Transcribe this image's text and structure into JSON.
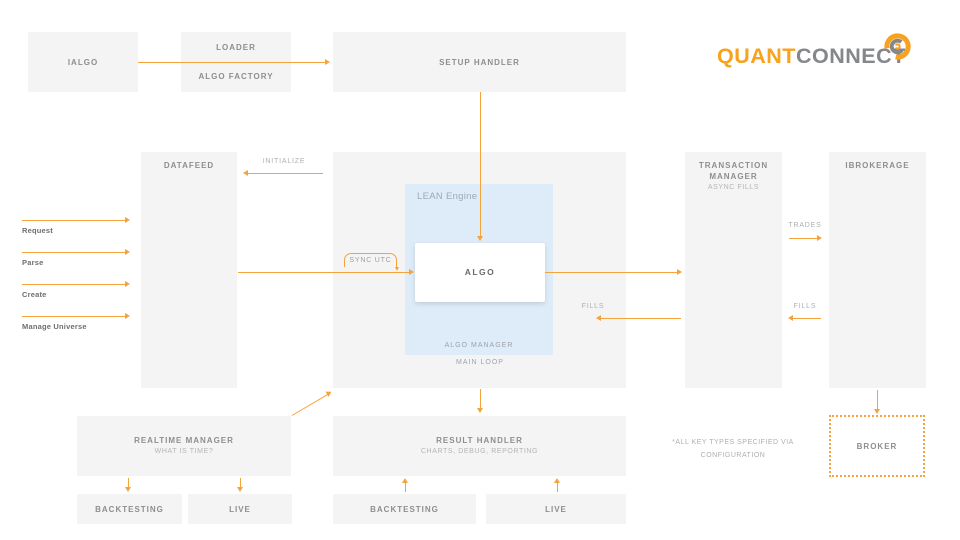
{
  "logo": {
    "primary": "QUANT",
    "secondary": "CONNECT"
  },
  "boxes": {
    "ialgo": {
      "title": "IALGO"
    },
    "loader": {
      "line1": "LOADER",
      "line2": "ALGO FACTORY"
    },
    "setup_handler": {
      "title": "SETUP HANDLER"
    },
    "datafeed": {
      "title": "DATAFEED"
    },
    "transaction_manager": {
      "title": "TRANSACTION MANAGER",
      "subtitle": "ASYNC FILLS"
    },
    "ibrokerage": {
      "title": "IBROKERAGE"
    },
    "broker": {
      "title": "BROKER"
    },
    "realtime_manager": {
      "title": "REALTIME MANAGER",
      "subtitle": "WHAT IS TIME?"
    },
    "result_handler": {
      "title": "RESULT HANDLER",
      "subtitle": "CHARTS, DEBUG, REPORTING"
    },
    "backtesting_left": {
      "title": "BACKTESTING"
    },
    "live_left": {
      "title": "LIVE"
    },
    "backtesting_center": {
      "title": "BACKTESTING"
    },
    "live_center": {
      "title": "LIVE"
    }
  },
  "engine": {
    "label": "LEAN Engine",
    "algo": "ALGO",
    "algo_manager": "ALGO MANAGER",
    "main_loop": "MAIN LOOP"
  },
  "edge_labels": {
    "initialize": "INITIALIZE",
    "sync_utc": "SYNC UTC",
    "trades": "TRADES",
    "fills_center": "FILLS",
    "fills_right": "FILLS"
  },
  "datafeed_inputs": [
    "Request",
    "Parse",
    "Create",
    "Manage Universe"
  ],
  "note": {
    "line1": "*ALL KEY TYPES SPECIFIED VIA",
    "line2": "CONFIGURATION"
  },
  "colors": {
    "accent": "#F5A33C",
    "logo_orange": "#F8A21E",
    "logo_gray": "#85878A",
    "box_fill": "#F4F4F4",
    "lean_blue": "#DEEBF8"
  }
}
